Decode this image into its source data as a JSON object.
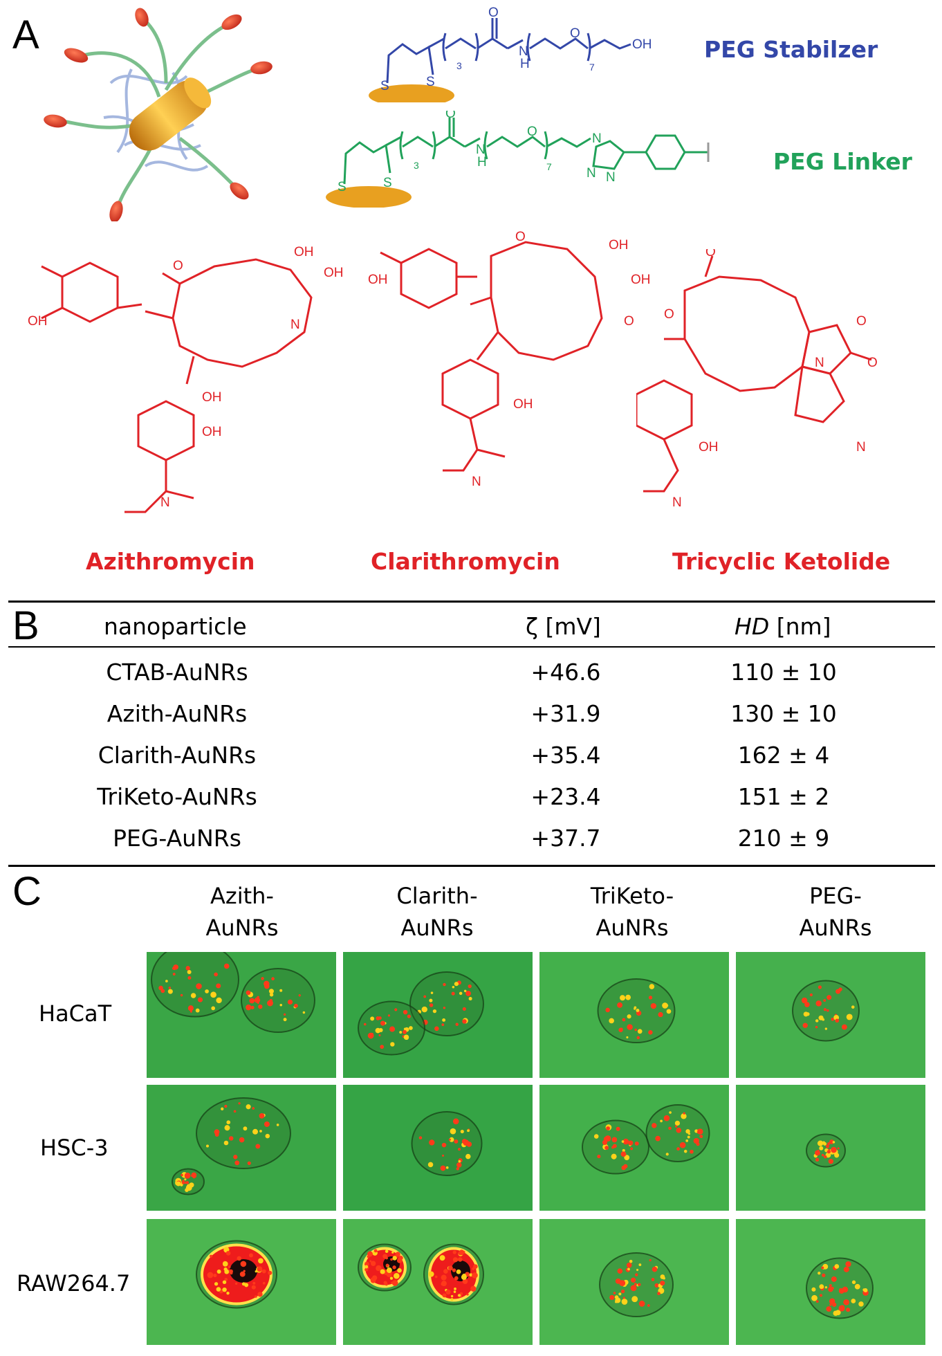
{
  "panel_a": {
    "letter": "A",
    "stabilizer_label": "PEG Stabilzer",
    "linker_label": "PEG Linker",
    "atoms": {
      "S": "S",
      "O": "O",
      "N": "N",
      "H": "H",
      "OH": "OH",
      "n3": "3",
      "n7": "7"
    },
    "macrolides": [
      {
        "name": "Azithromycin"
      },
      {
        "name": "Clarithromycin"
      },
      {
        "name": "Tricyclic Ketolide"
      }
    ],
    "colors": {
      "stabilizer": "#3347a8",
      "linker": "#21a25a",
      "drug": "#e02227",
      "gold": "#e8a020"
    }
  },
  "panel_b": {
    "letter": "B",
    "headers": {
      "nanoparticle": "nanoparticle",
      "zeta": "ζ [mV]",
      "hd_italic": "HD",
      "hd_unit": " [nm]"
    },
    "rows": [
      {
        "name": "CTAB-AuNRs",
        "zeta": "+46.6",
        "hd": "110 ± 10"
      },
      {
        "name": "Azith-AuNRs",
        "zeta": "+31.9",
        "hd": "130 ± 10"
      },
      {
        "name": "Clarith-AuNRs",
        "zeta": "+35.4",
        "hd": "162 ± 4"
      },
      {
        "name": "TriKeto-AuNRs",
        "zeta": "+23.4",
        "hd": "151 ± 2"
      },
      {
        "name": "PEG-AuNRs",
        "zeta": "+37.7",
        "hd": "210 ± 9"
      }
    ]
  },
  "panel_c": {
    "letter": "C",
    "columns": [
      {
        "line1": "Azith-",
        "line2": "AuNRs"
      },
      {
        "line1": "Clarith-",
        "line2": "AuNRs"
      },
      {
        "line1": "TriKeto-",
        "line2": "AuNRs"
      },
      {
        "line1": "PEG-",
        "line2": "AuNRs"
      }
    ],
    "rows": [
      "HaCaT",
      "HSC-3",
      "RAW264.7"
    ]
  }
}
